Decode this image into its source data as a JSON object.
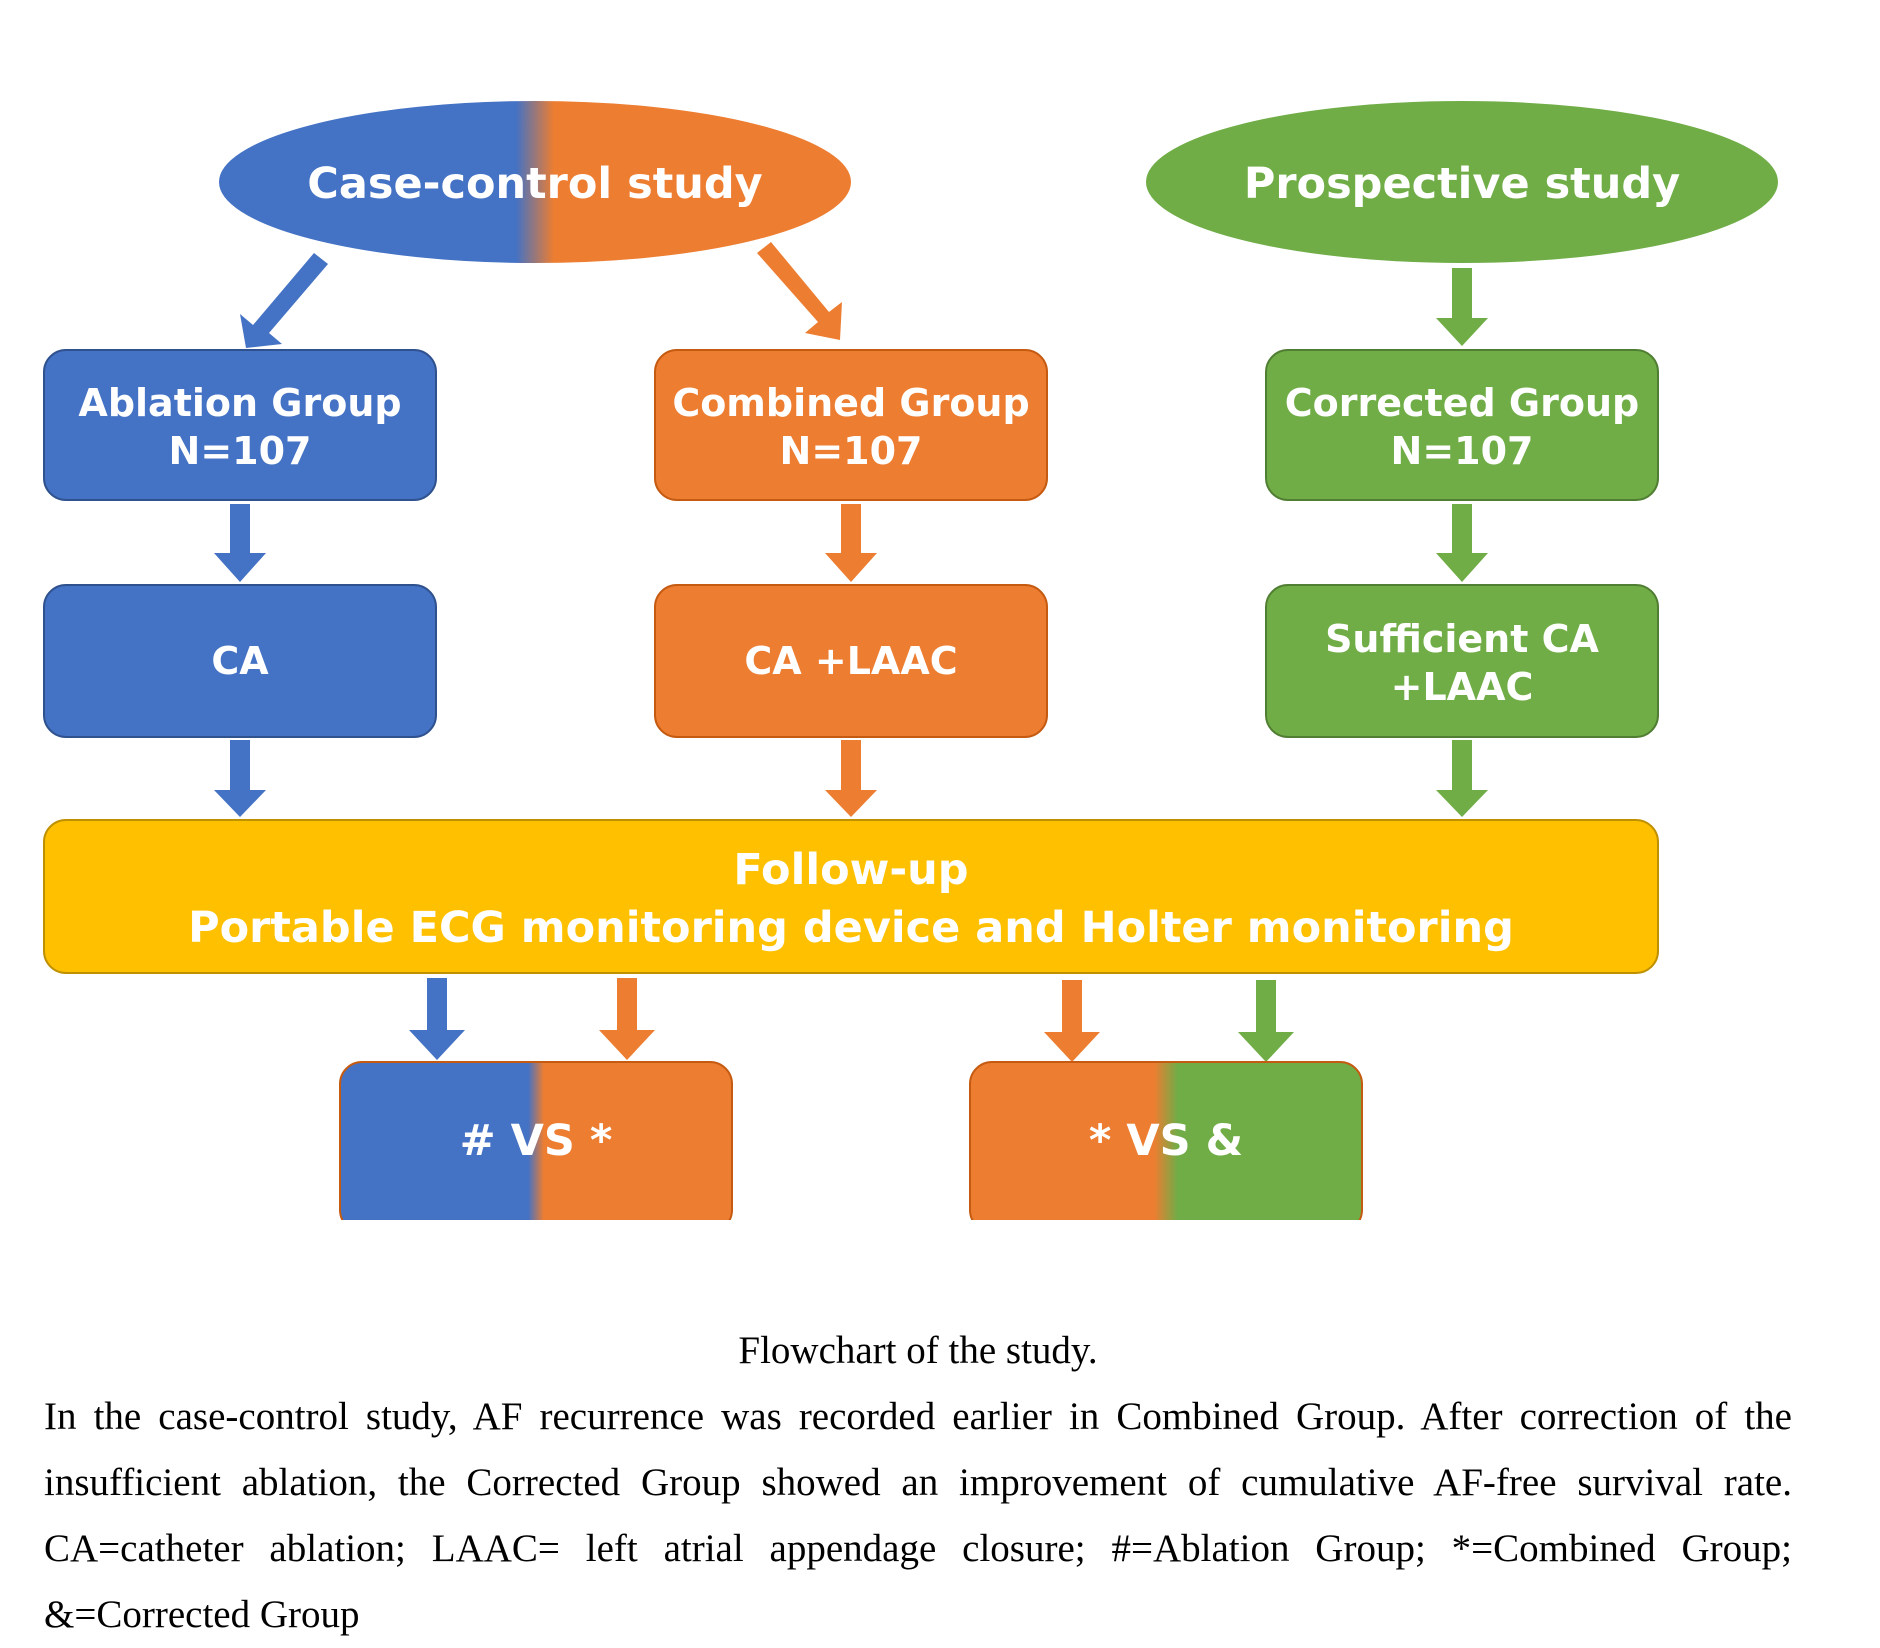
{
  "studies": {
    "case_control": "Case-control study",
    "prospective": "Prospective study"
  },
  "groups": {
    "ablation": {
      "name": "Ablation Group",
      "n": "N=107"
    },
    "combined": {
      "name": "Combined Group",
      "n": "N=107"
    },
    "corrected": {
      "name": "Corrected Group",
      "n": "N=107"
    }
  },
  "procedures": {
    "ablation": "CA",
    "combined": "CA +LAAC",
    "corrected_line1": "Sufficient CA",
    "corrected_line2": "+LAAC"
  },
  "followup": {
    "title": "Follow-up",
    "method": "Portable ECG monitoring device and Holter monitoring"
  },
  "comparisons": {
    "left": "# VS *",
    "right": "* VS &"
  },
  "colors": {
    "blue": "#4472C4",
    "orange": "#ED7D31",
    "green": "#70AD47",
    "yellow": "#FFC000"
  },
  "caption": {
    "title": "Flowchart of the study.",
    "body": "In the case-control study, AF recurrence was recorded earlier in Combined Group. After correction of the insufficient ablation, the Corrected Group showed an improvement of cumulative AF-free survival rate. CA=catheter ablation; LAAC= left atrial appendage closure; #=Ablation Group; *=Combined Group; &=Corrected Group"
  }
}
